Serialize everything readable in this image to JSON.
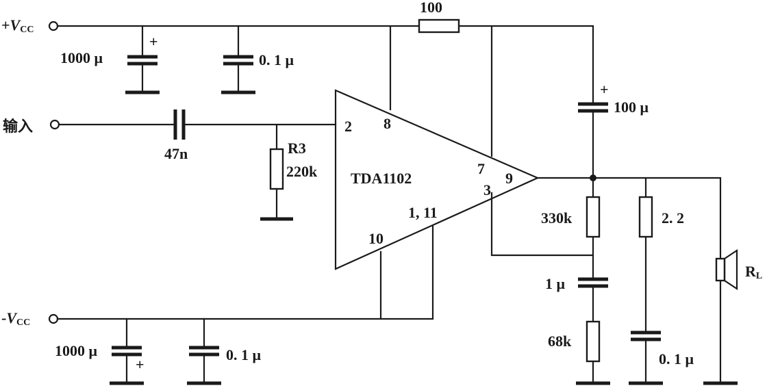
{
  "terminals": {
    "vcc_pos": {
      "prefix": "+",
      "v": "V",
      "sub": "CC"
    },
    "input": "输入",
    "vcc_neg": {
      "prefix": "-",
      "v": "V",
      "sub": "CC"
    }
  },
  "ic": {
    "name": "TDA1102",
    "pins": {
      "p2": "2",
      "p8": "8",
      "p7": "7",
      "p3": "3",
      "p9": "9",
      "p1_11": "1, 11",
      "p10": "10"
    }
  },
  "components": {
    "c_vcc_pos_elec": "1000 μ",
    "c_vcc_pos_bypass": "0. 1 μ",
    "c_input": "47n",
    "r3_name": "R3",
    "r3_value": "220k",
    "r_supply": "100",
    "c_bootstrap": "100 μ",
    "r_feedback": "330k",
    "c_feedback": "1 μ",
    "r_feedback_gnd": "68k",
    "r_zobel": "2. 2",
    "c_zobel": "0. 1 μ",
    "c_vcc_neg_elec": "1000 μ",
    "c_vcc_neg_bypass": "0. 1 μ",
    "polarity_mark": "+"
  },
  "load": {
    "r": "R",
    "sub": "L"
  }
}
